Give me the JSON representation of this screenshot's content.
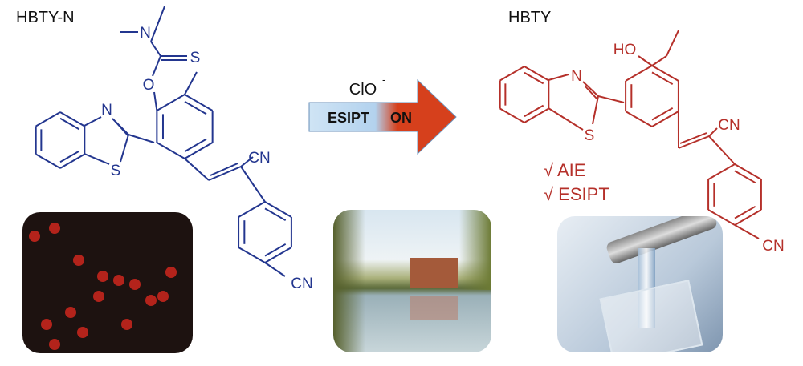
{
  "left": {
    "title": "HBTY-N",
    "atoms": {
      "n_amine": "N",
      "s_thio": "S",
      "o": "O",
      "n_ring": "N",
      "s_ring": "S",
      "cn1": "CN",
      "cn2": "CN"
    }
  },
  "arrow": {
    "reagent": "ClO",
    "charge": "-",
    "label_left": "ESIPT",
    "label_right": "ON"
  },
  "right": {
    "title": "HBTY",
    "atoms": {
      "ho": "HO",
      "n_ring": "N",
      "s_ring": "S",
      "cn1": "CN",
      "cn2": "CN"
    },
    "features": [
      "√ AIE",
      "√ ESIPT"
    ]
  },
  "colors": {
    "probe": "#23368f",
    "product": "#b5302a",
    "arrow_start": "#bcd8f0",
    "arrow_end": "#d6401c"
  }
}
